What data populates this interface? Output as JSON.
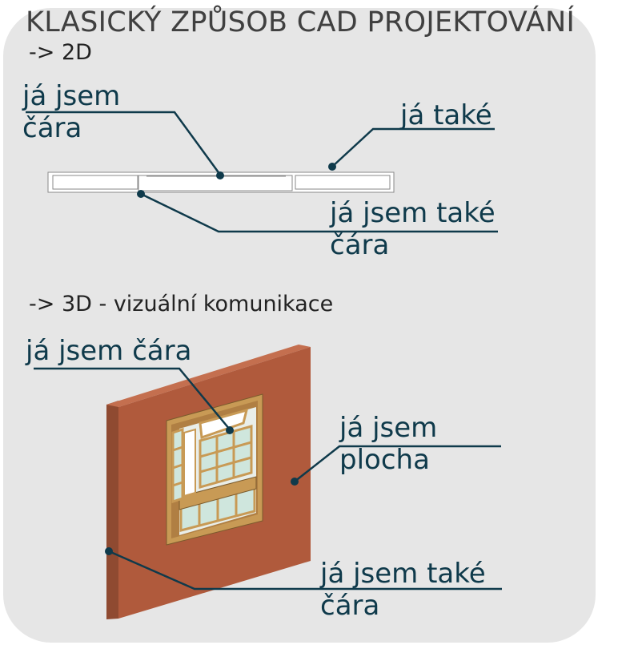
{
  "title": "KLASICKÝ ZPŮSOB CAD PROJEKTOVÁNÍ",
  "section_2d": "-> 2D",
  "section_3d": "->  3D - vizuální komunikace",
  "labels_2d": {
    "line1": "já jsem\nčára",
    "also": "já také",
    "line2": "já jsem také\nčára"
  },
  "labels_3d": {
    "line1": "já jsem čára",
    "surface": "já jsem\nplocha",
    "line2": "já jsem také\nčára"
  },
  "colors": {
    "panel": "#e6e6e6",
    "leader": "#0f3a4b",
    "wall_front": "#b05a3c",
    "wall_side": "#8f4a31",
    "frame": "#c89a55",
    "glass": "#cfe6dd"
  }
}
